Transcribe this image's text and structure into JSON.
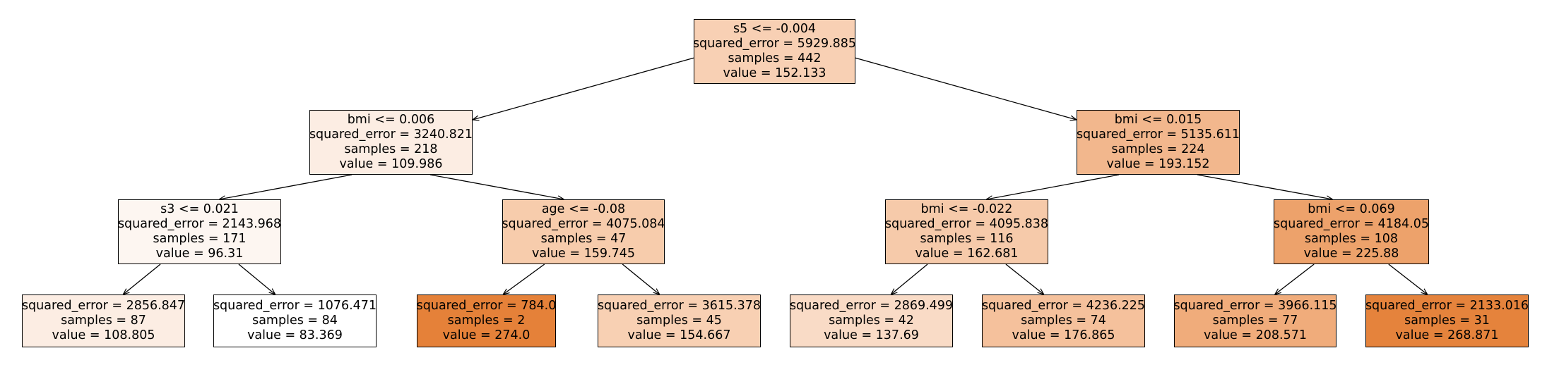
{
  "tree": {
    "nodes": [
      {
        "id": "n0",
        "split": "s5 <= -0.004",
        "squared_error": "squared_error = 5929.885",
        "samples": "samples = 442",
        "value": "value = 152.133",
        "color": "#f8d0b4"
      },
      {
        "id": "n1",
        "split": "bmi <= 0.006",
        "squared_error": "squared_error = 3240.821",
        "samples": "samples = 218",
        "value": "value = 109.986",
        "color": "#fcede3"
      },
      {
        "id": "n2",
        "split": "s3 <= 0.021",
        "squared_error": "squared_error = 2143.968",
        "samples": "samples = 171",
        "value": "value = 96.31",
        "color": "#fdf6f1"
      },
      {
        "id": "n3",
        "split": "",
        "squared_error": "squared_error = 2856.847",
        "samples": "samples = 87",
        "value": "value = 108.805",
        "color": "#fcede3"
      },
      {
        "id": "n4",
        "split": "",
        "squared_error": "squared_error = 1076.471",
        "samples": "samples = 84",
        "value": "value = 83.369",
        "color": "#ffffff"
      },
      {
        "id": "n5",
        "split": "age <= -0.08",
        "squared_error": "squared_error = 4075.084",
        "samples": "samples = 47",
        "value": "value = 159.745",
        "color": "#f7ccac"
      },
      {
        "id": "n6",
        "split": "",
        "squared_error": "squared_error = 784.0",
        "samples": "samples = 2",
        "value": "value = 274.0",
        "color": "#e58139"
      },
      {
        "id": "n7",
        "split": "",
        "squared_error": "squared_error = 3615.378",
        "samples": "samples = 45",
        "value": "value = 154.667",
        "color": "#f8d0b3"
      },
      {
        "id": "n8",
        "split": "bmi <= 0.015",
        "squared_error": "squared_error = 5135.611",
        "samples": "samples = 224",
        "value": "value = 193.152",
        "color": "#f2b78d"
      },
      {
        "id": "n9",
        "split": "bmi <= -0.022",
        "squared_error": "squared_error = 4095.838",
        "samples": "samples = 116",
        "value": "value = 162.681",
        "color": "#f6caaa"
      },
      {
        "id": "n10",
        "split": "",
        "squared_error": "squared_error = 2869.499",
        "samples": "samples = 42",
        "value": "value = 137.69",
        "color": "#f9dbc6"
      },
      {
        "id": "n11",
        "split": "",
        "squared_error": "squared_error = 4236.225",
        "samples": "samples = 74",
        "value": "value = 176.865",
        "color": "#f5c19c"
      },
      {
        "id": "n12",
        "split": "bmi <= 0.069",
        "squared_error": "squared_error = 4184.05",
        "samples": "samples = 108",
        "value": "value = 225.88",
        "color": "#eda26b"
      },
      {
        "id": "n13",
        "split": "",
        "squared_error": "squared_error = 3966.115",
        "samples": "samples = 77",
        "value": "value = 208.571",
        "color": "#f0ac7b"
      },
      {
        "id": "n14",
        "split": "",
        "squared_error": "squared_error = 2133.016",
        "samples": "samples = 31",
        "value": "value = 268.871",
        "color": "#e5833c"
      }
    ],
    "edges": [
      {
        "from": "n0",
        "to": "n1"
      },
      {
        "from": "n0",
        "to": "n8"
      },
      {
        "from": "n1",
        "to": "n2"
      },
      {
        "from": "n1",
        "to": "n5"
      },
      {
        "from": "n2",
        "to": "n3"
      },
      {
        "from": "n2",
        "to": "n4"
      },
      {
        "from": "n5",
        "to": "n6"
      },
      {
        "from": "n5",
        "to": "n7"
      },
      {
        "from": "n8",
        "to": "n9"
      },
      {
        "from": "n8",
        "to": "n12"
      },
      {
        "from": "n9",
        "to": "n10"
      },
      {
        "from": "n9",
        "to": "n11"
      },
      {
        "from": "n12",
        "to": "n13"
      },
      {
        "from": "n12",
        "to": "n14"
      }
    ]
  }
}
